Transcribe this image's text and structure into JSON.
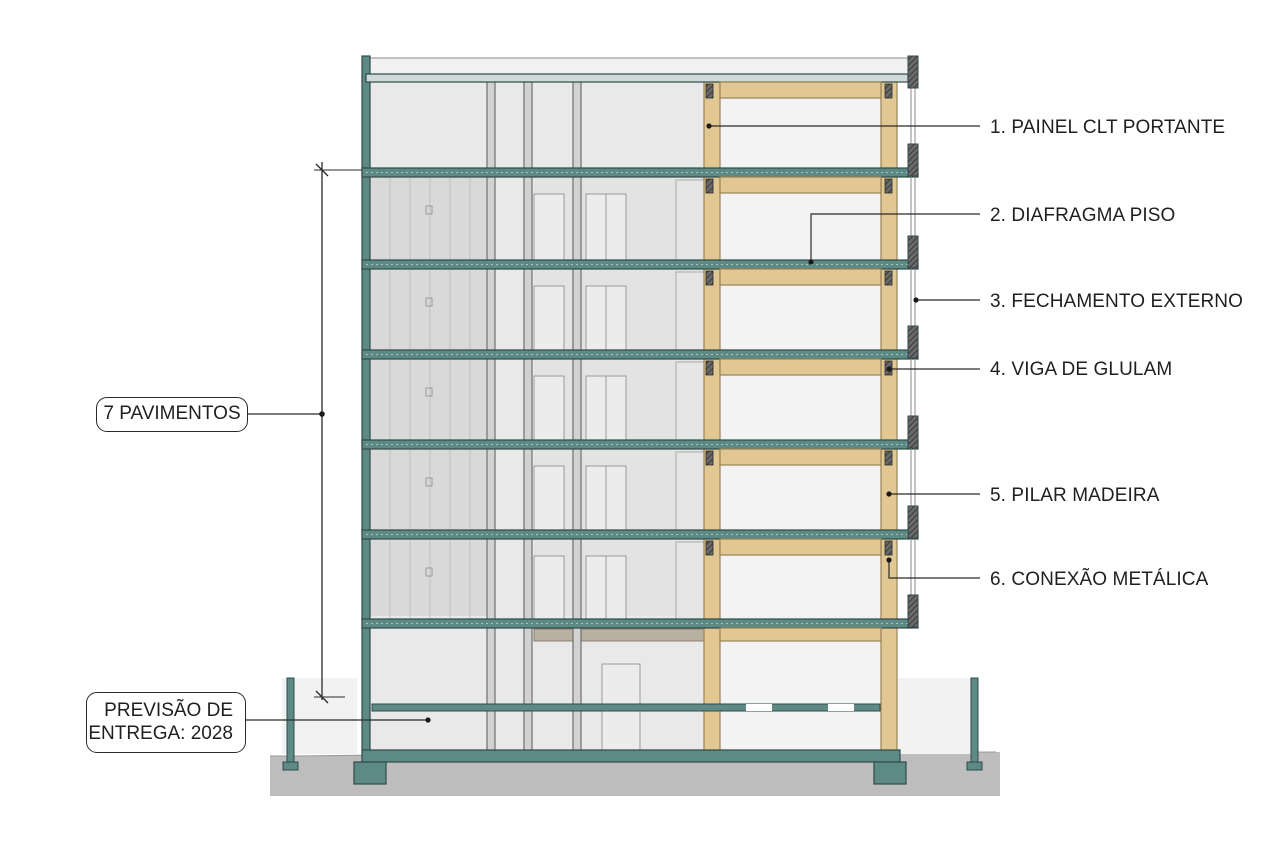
{
  "callouts": [
    {
      "label": "1. PAINEL CLT PORTANTE"
    },
    {
      "label": "2. DIAFRAGMA PISO"
    },
    {
      "label": "3. FECHAMENTO EXTERNO"
    },
    {
      "label": "4. VIGA DE GLULAM"
    },
    {
      "label": "5. PILAR MADEIRA"
    },
    {
      "label": "6. CONEXÃO METÁLICA"
    }
  ],
  "floors_tag": {
    "label": "7 PAVIMENTOS"
  },
  "delivery_tag": {
    "line1": "PREVISÃO DE",
    "line2": "ENTREGA: 2028"
  },
  "colors": {
    "slab": "#5e8a86",
    "slab_edge": "#2f4a48",
    "timber": "#e1c892",
    "timber_edge": "#9a8256",
    "wall_fill": "#e9e9e9",
    "ground": "#bdbdbd",
    "connector": "#555555"
  }
}
